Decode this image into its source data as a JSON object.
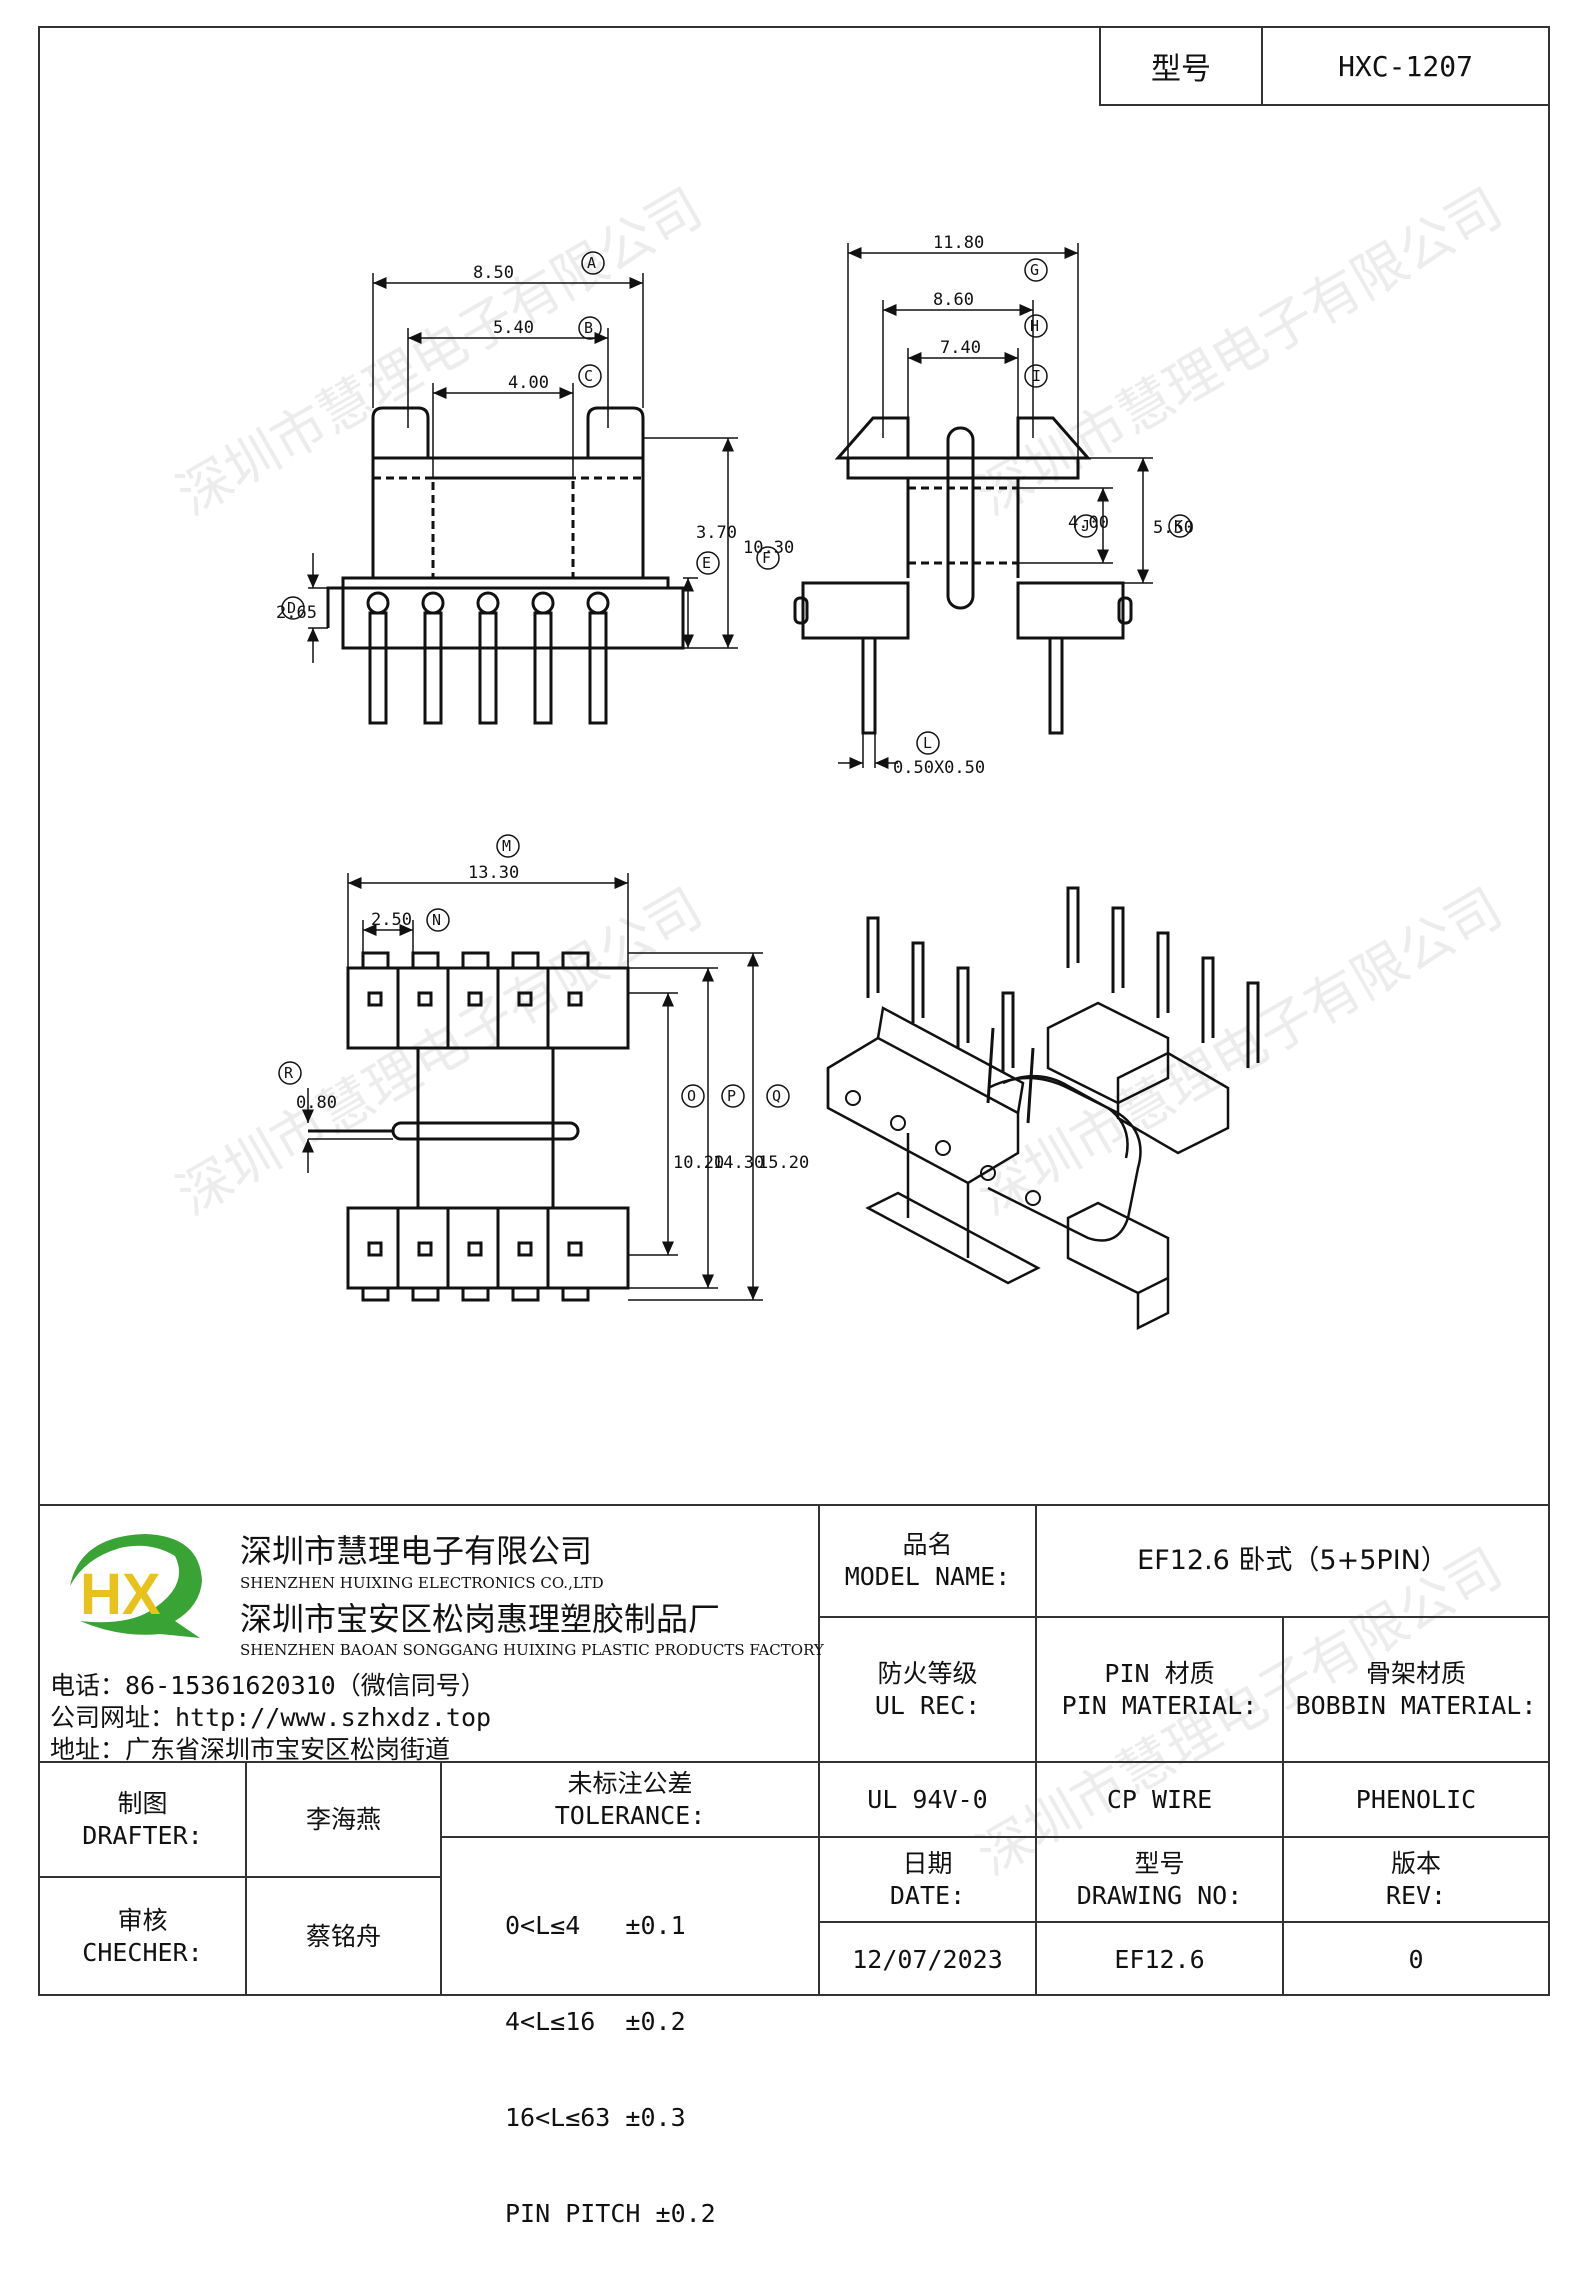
{
  "header": {
    "model_label": "型号",
    "model_value": "HXC-1207"
  },
  "watermark": "深圳市慧理电子有限公司",
  "dimensions": {
    "A": "8.50",
    "B": "5.40",
    "C": "4.00",
    "D": "2.65",
    "E": "3.70",
    "F": "10.30",
    "G": "11.80",
    "H": "8.60",
    "I": "7.40",
    "J": "4.00",
    "K": "5.50",
    "L": "0.50X0.50",
    "M": "13.30",
    "N": "2.50",
    "O": "10.20",
    "P": "14.30",
    "Q": "15.20",
    "R": "0.80"
  },
  "company": {
    "logo_text": "HX",
    "name_cn": "深圳市慧理电子有限公司",
    "name_en": "SHENZHEN HUIXING ELECTRONICS CO.,LTD",
    "factory_cn": "深圳市宝安区松岗惠理塑胶制品厂",
    "factory_en": "SHENZHEN BAOAN SONGGANG HUIXING PLASTIC PRODUCTS FACTORY",
    "phone": "电话：86-15361620310（微信同号）",
    "website": "公司网址：http://www.szhxdz.top",
    "address": "地址：广东省深圳市宝安区松岗街道"
  },
  "fields": {
    "model_name_cn": "品名",
    "model_name_en": "MODEL NAME:",
    "model_name_value": "EF12.6 卧式（5+5PIN）",
    "ul_cn": "防火等级",
    "ul_en": "UL REC:",
    "ul_value": "UL 94V-0",
    "pin_cn": "PIN 材质",
    "pin_en": "PIN MATERIAL:",
    "pin_value": "CP WIRE",
    "bobbin_cn": "骨架材质",
    "bobbin_en": "BOBBIN MATERIAL:",
    "bobbin_value": "PHENOLIC",
    "drafter_cn": "制图",
    "drafter_en": "DRAFTER:",
    "drafter_value": "李海燕",
    "checker_cn": "审核",
    "checker_en": "CHECHER:",
    "checker_value": "蔡铭舟",
    "tolerance_cn": "未标注公差",
    "tolerance_en": "TOLERANCE:",
    "tolerance_lines": [
      "0<L≤4   ±0.1",
      "4<L≤16  ±0.2",
      "16<L≤63 ±0.3",
      "PIN PITCH ±0.2"
    ],
    "date_cn": "日期",
    "date_en": "DATE:",
    "date_value": "12/07/2023",
    "drawing_cn": "型号",
    "drawing_en": "DRAWING NO:",
    "drawing_value": "EF12.6",
    "rev_cn": "版本",
    "rev_en": "REV:",
    "rev_value": "0"
  },
  "colors": {
    "logo_green": "#3aa335",
    "logo_yellow": "#e8c21a"
  }
}
